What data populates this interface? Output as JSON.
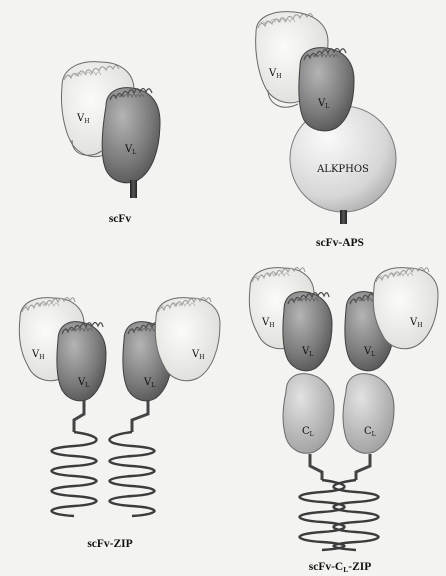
{
  "panels": [
    {
      "caption": "scFv",
      "domains": [
        {
          "name": "V",
          "sub": "H"
        },
        {
          "name": "V",
          "sub": "L"
        }
      ]
    },
    {
      "caption": "scFv-APS",
      "domains": [
        {
          "name": "V",
          "sub": "H"
        },
        {
          "name": "V",
          "sub": "L"
        },
        {
          "name": "ALKPHOS",
          "sub": ""
        }
      ]
    },
    {
      "caption": "scFv-ZIP",
      "domains": [
        {
          "name": "V",
          "sub": "H"
        },
        {
          "name": "V",
          "sub": "L"
        },
        {
          "name": "V",
          "sub": "L"
        },
        {
          "name": "V",
          "sub": "H"
        }
      ]
    },
    {
      "caption_main": "scFv-C",
      "caption_sub": "L",
      "caption_end": "-ZIP",
      "domains": [
        {
          "name": "V",
          "sub": "H"
        },
        {
          "name": "V",
          "sub": "L"
        },
        {
          "name": "V",
          "sub": "L"
        },
        {
          "name": "V",
          "sub": "H"
        },
        {
          "name": "C",
          "sub": "L"
        },
        {
          "name": "C",
          "sub": "L"
        }
      ]
    }
  ],
  "colors": {
    "background": "#f3f3f1",
    "light_domain_fill": "#eeeeea",
    "dark_domain_fill": "#7d7d7d",
    "constant_domain_fill": "#bdbdbd",
    "alkphos_fill": "#dcdcdc",
    "outline": "#5a5a5a"
  }
}
